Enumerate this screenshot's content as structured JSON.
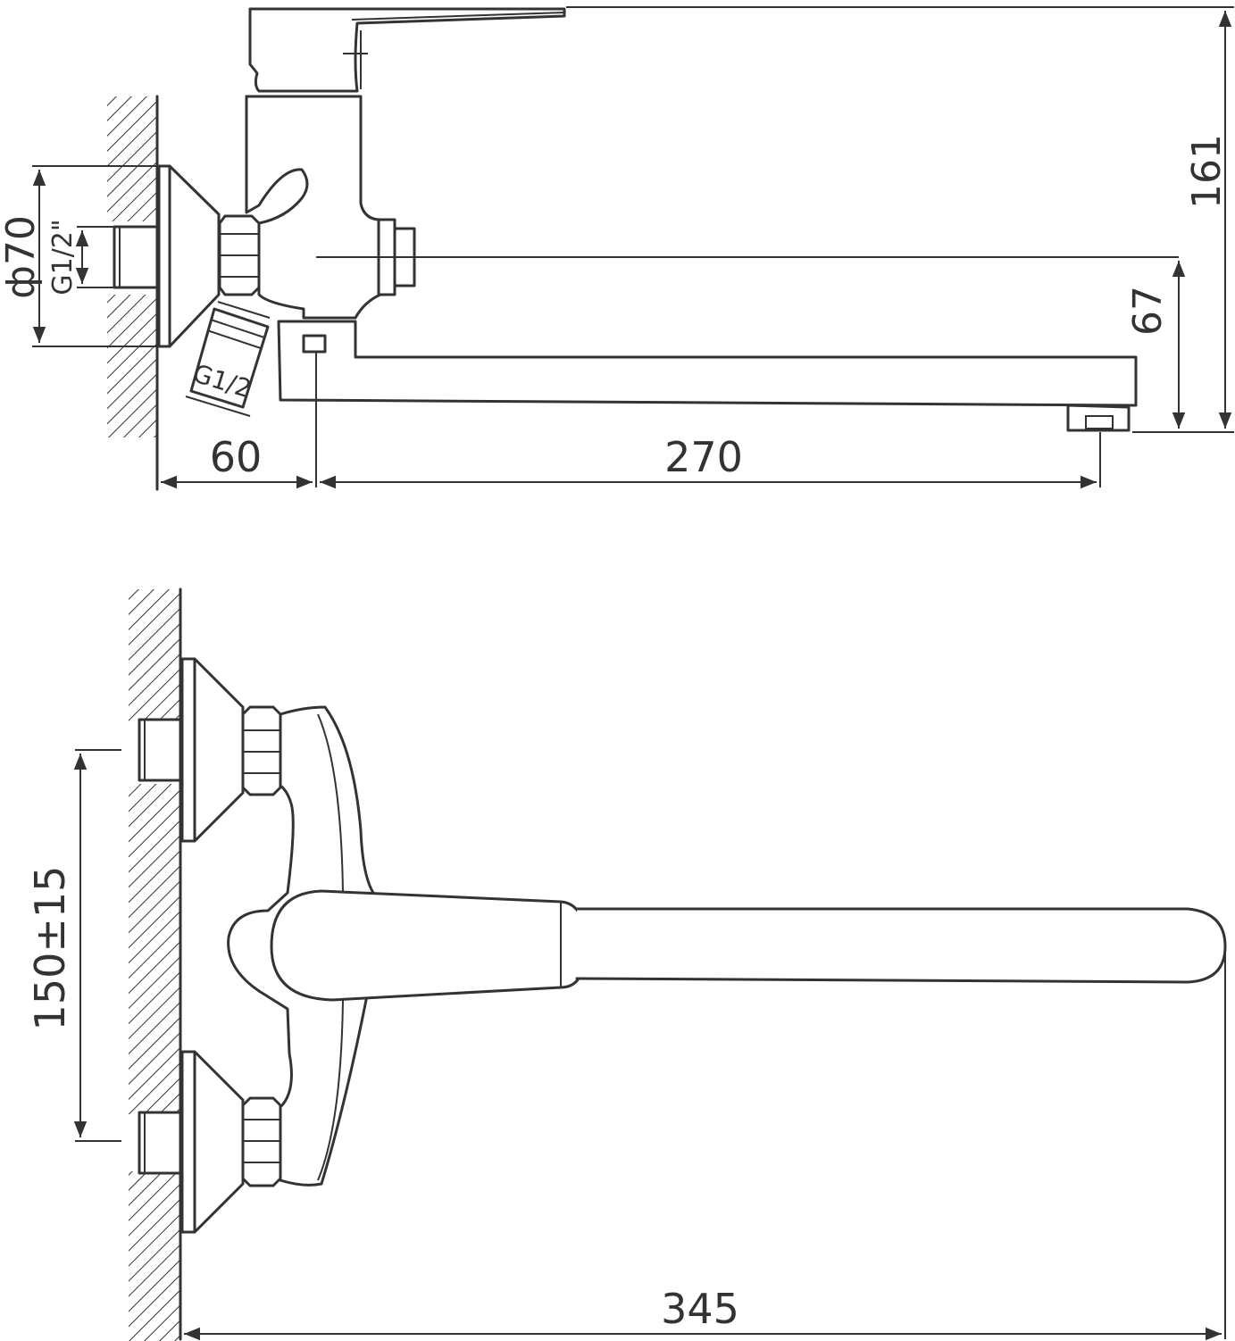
{
  "dimensions": {
    "flange_diameter": "ф70",
    "inlet_thread": "G1/2\"",
    "outlet_thread": "G1/2",
    "total_height": "161",
    "spout_height": "67",
    "wall_offset": "60",
    "spout_reach": "270",
    "connection_spacing": "150±15",
    "total_length": "345"
  },
  "colors": {
    "line": "#333333",
    "background": "#ffffff"
  }
}
